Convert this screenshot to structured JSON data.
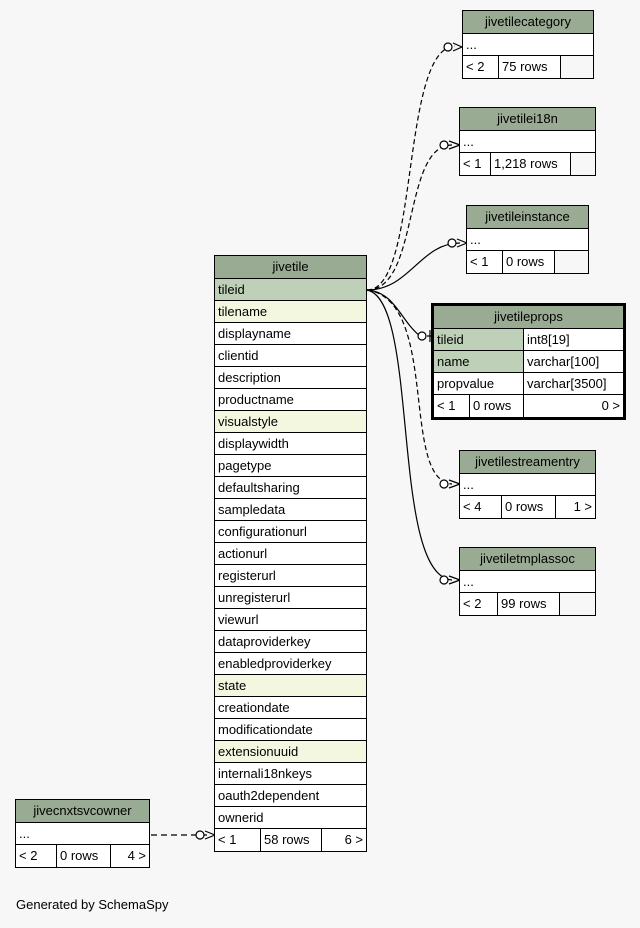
{
  "footer": "Generated by SchemaSpy",
  "tables": {
    "jivetilecategory": {
      "name": "jivetilecategory",
      "ellipsis": "...",
      "parents": "< 2",
      "rows": "75 rows",
      "children": ""
    },
    "jivetilei18n": {
      "name": "jivetilei18n",
      "ellipsis": "...",
      "parents": "< 1",
      "rows": "1,218 rows",
      "children": ""
    },
    "jivetileinstance": {
      "name": "jivetileinstance",
      "ellipsis": "...",
      "parents": "< 1",
      "rows": "0 rows",
      "children": ""
    },
    "jivetileprops": {
      "name": "jivetileprops",
      "columns": [
        {
          "name": "tileid",
          "type": "int8[19]"
        },
        {
          "name": "name",
          "type": "varchar[100]"
        },
        {
          "name": "propvalue",
          "type": "varchar[3500]"
        }
      ],
      "parents": "< 1",
      "rows": "0 rows",
      "children": "0 >"
    },
    "jivetilestreamentry": {
      "name": "jivetilestreamentry",
      "ellipsis": "...",
      "parents": "< 4",
      "rows": "0 rows",
      "children": "1 >"
    },
    "jivetiletmplassoc": {
      "name": "jivetiletmplassoc",
      "ellipsis": "...",
      "parents": "< 2",
      "rows": "99 rows",
      "children": ""
    },
    "jivecnxtsvcowner": {
      "name": "jivecnxtsvcowner",
      "ellipsis": "...",
      "parents": "< 2",
      "rows": "0 rows",
      "children": "4 >"
    },
    "jivetile": {
      "name": "jivetile",
      "columns": [
        "tileid",
        "tilename",
        "displayname",
        "clientid",
        "description",
        "productname",
        "visualstyle",
        "displaywidth",
        "pagetype",
        "defaultsharing",
        "sampledata",
        "configurationurl",
        "actionurl",
        "registerurl",
        "unregisterurl",
        "viewurl",
        "dataproviderkey",
        "enabledproviderkey",
        "state",
        "creationdate",
        "modificationdate",
        "extensionuuid",
        "internali18nkeys",
        "oauth2dependent",
        "ownerid"
      ],
      "parents": "< 1",
      "rows": "58 rows",
      "children": "6 >"
    }
  }
}
